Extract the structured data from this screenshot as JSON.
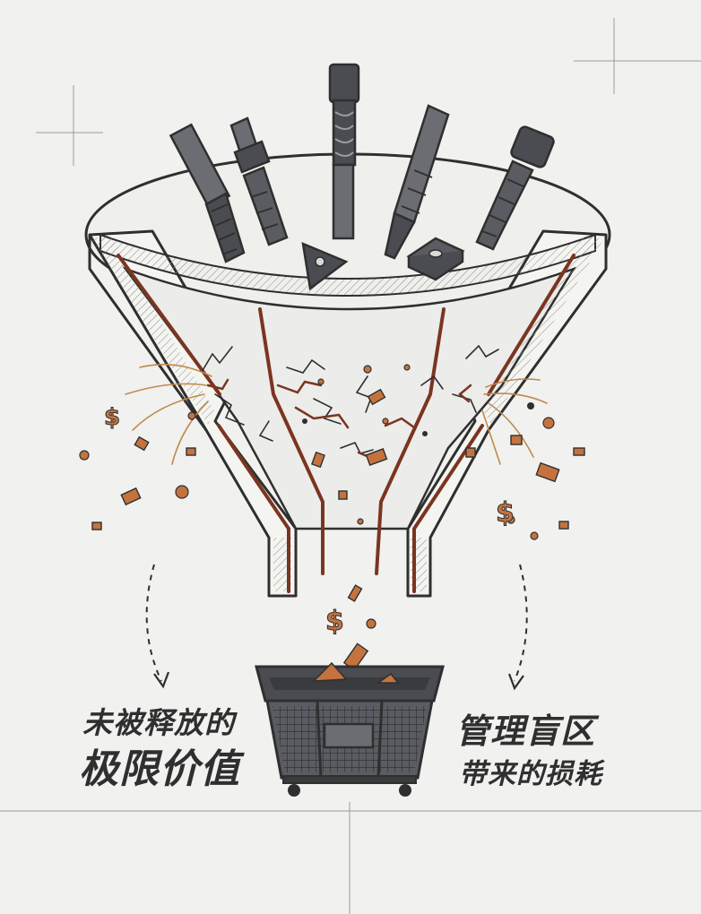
{
  "captions": {
    "left_line1": "未被释放的",
    "left_line2": "极限价值",
    "right_line1": "管理盲区",
    "right_line2": "带来的损耗"
  },
  "currency_symbol": "$",
  "colors": {
    "background": "#f1f1ef",
    "ink": "#2f2f2f",
    "copper": "#c4733f",
    "rust_crack": "#7a3520",
    "tool_steel": "#5a5c62",
    "funnel_wall": "#f4f4f1",
    "bin": "#4a4c51"
  },
  "icons": {
    "tools": [
      "end-mill-icon",
      "tool-holder-icon",
      "twist-drill-icon",
      "carbide-drill-icon",
      "screw-drill-icon",
      "triangle-insert-icon",
      "square-insert-icon"
    ],
    "funnel": "cracked-funnel-icon",
    "bin": "waste-bin-icon"
  }
}
